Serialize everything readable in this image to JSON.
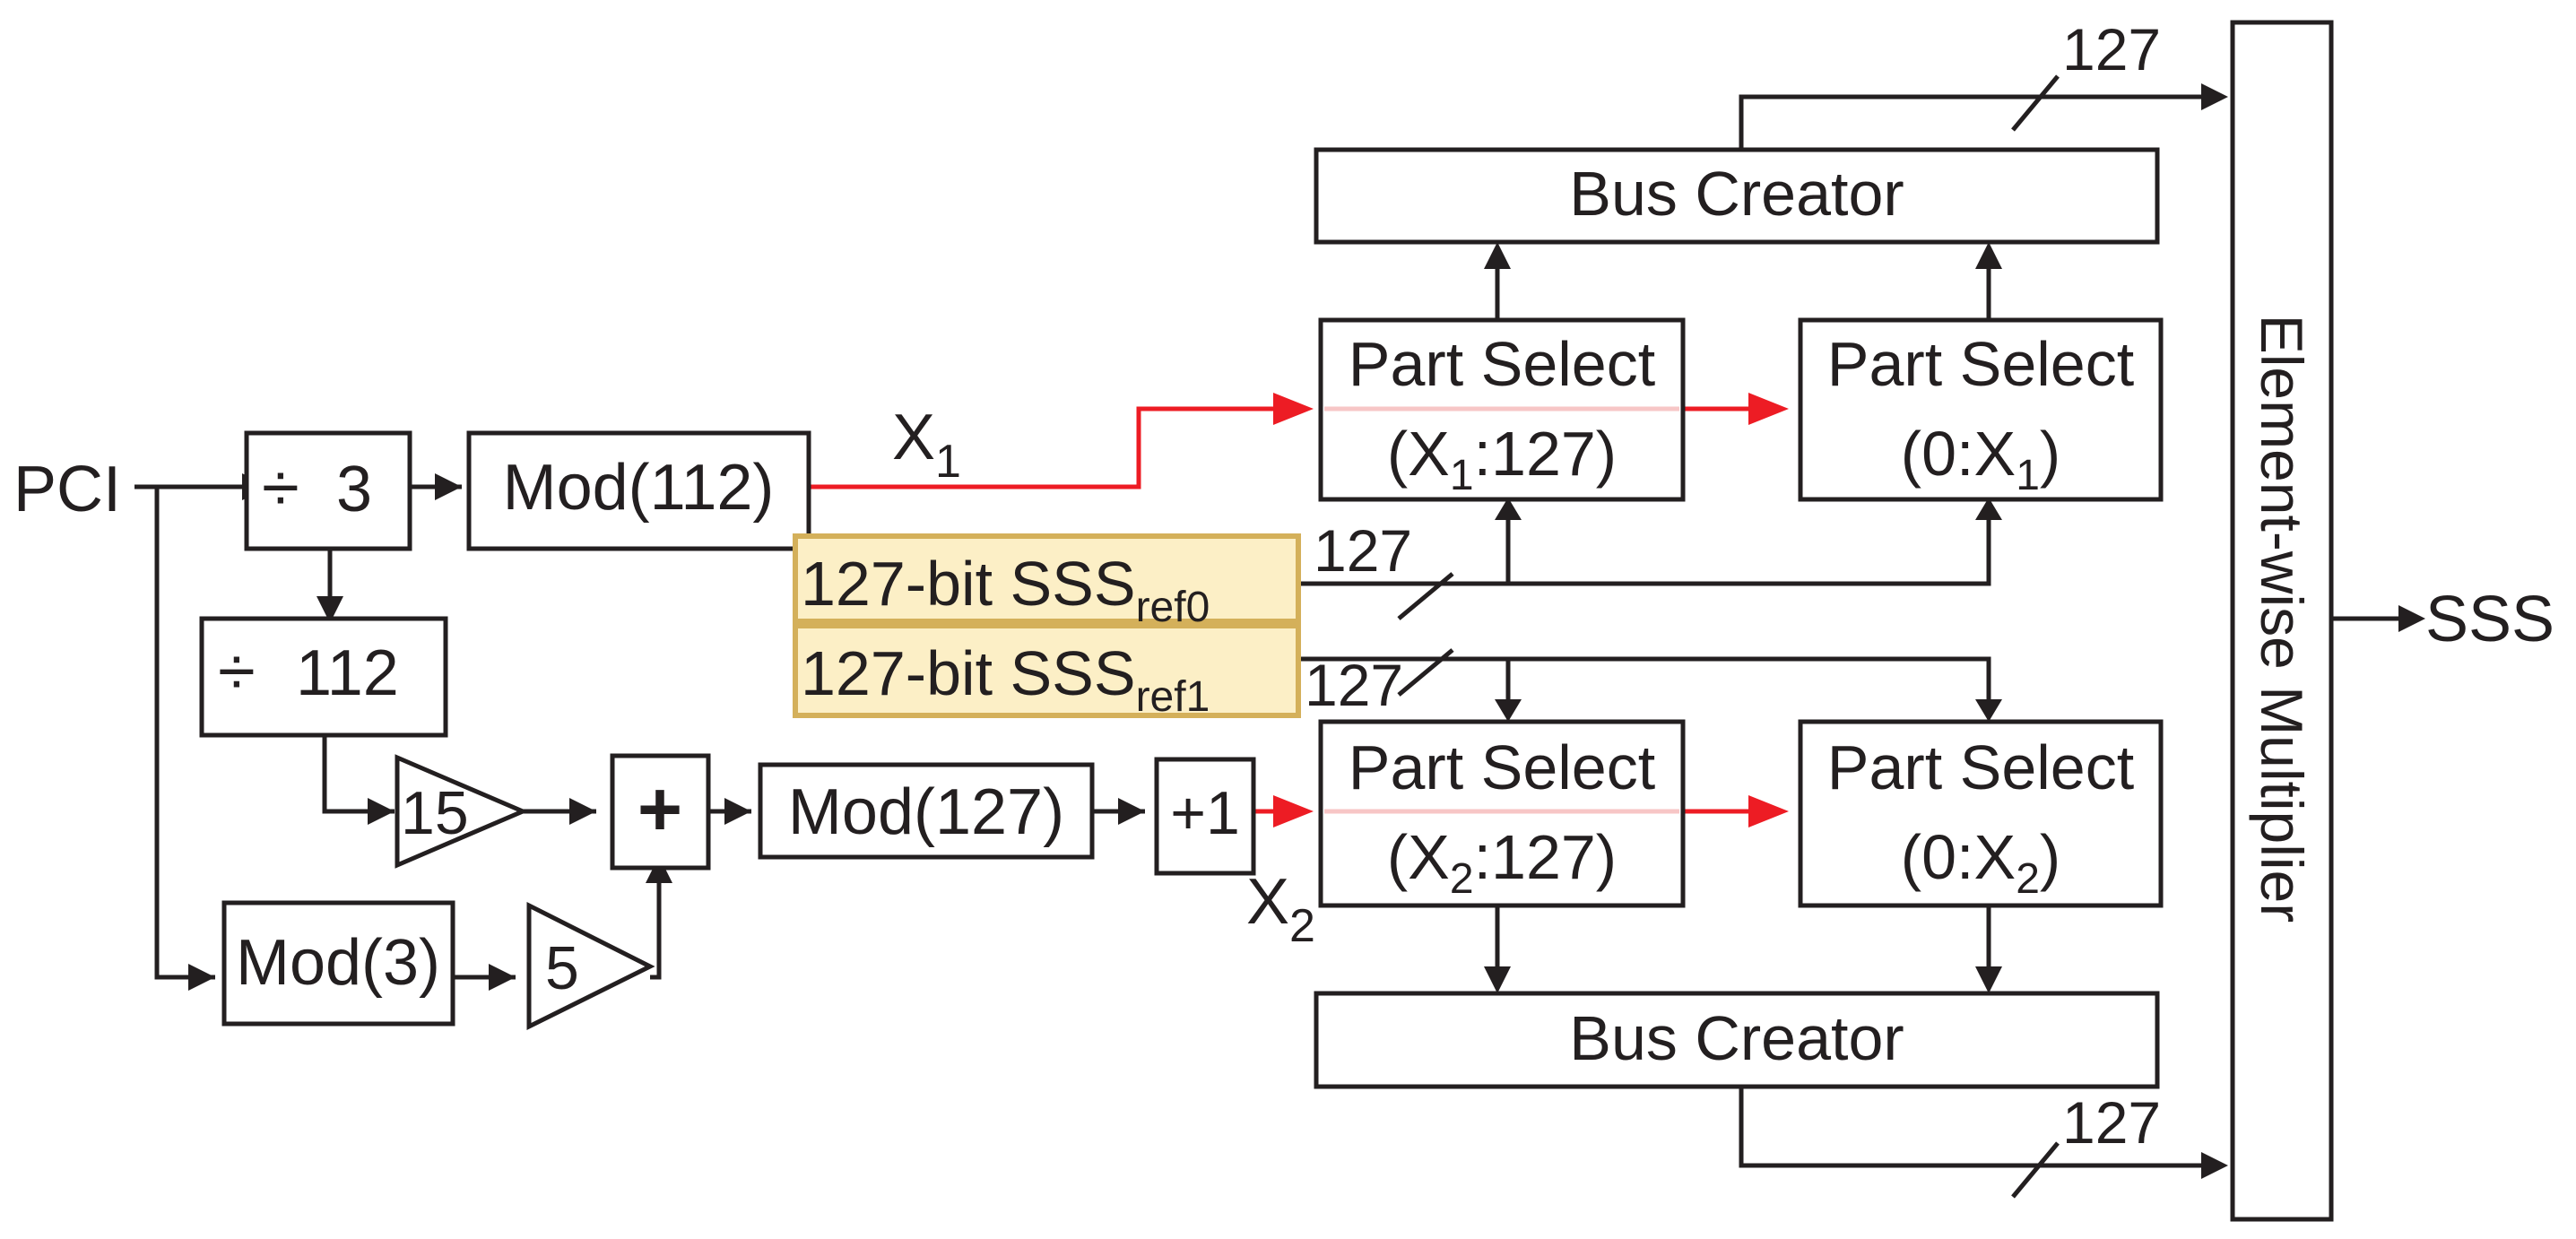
{
  "diagram": {
    "input_label": "PCI",
    "output_label": "SSS",
    "div3": {
      "symbol": "÷",
      "value": "3"
    },
    "div112": {
      "symbol": "÷",
      "value": "112"
    },
    "mod112": "Mod(112)",
    "mod3": "Mod(3)",
    "gain15": "15",
    "gain5": "5",
    "adder": "+",
    "mod127": "Mod(127)",
    "plus1": "+1",
    "x1": {
      "base": "X",
      "sub": "1"
    },
    "x2": {
      "base": "X",
      "sub": "2"
    },
    "ref0": {
      "text": "127-bit SSS",
      "sub": "ref0"
    },
    "ref1": {
      "text": "127-bit SSS",
      "sub": "ref1"
    },
    "part_select_title": "Part Select",
    "ps_top_left": {
      "pre": "(X",
      "sub": "1",
      "post": ":127)"
    },
    "ps_top_right": {
      "pre": "(0:X",
      "sub": "1",
      "post": ")"
    },
    "ps_bot_left": {
      "pre": "(X",
      "sub": "2",
      "post": ":127)"
    },
    "ps_bot_right": {
      "pre": "(0:X",
      "sub": "2",
      "post": ")"
    },
    "bus_creator": "Bus Creator",
    "multiplier": "Element-wise Multiplier",
    "bus_width": "127"
  }
}
